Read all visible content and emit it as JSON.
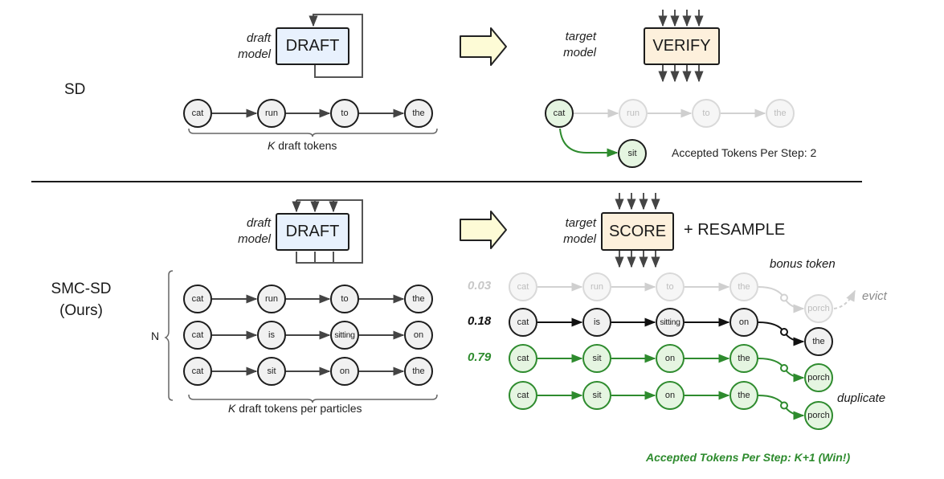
{
  "colors": {
    "accent_green": "#2e8b2e",
    "faded_gray": "#c8c8c8",
    "draft_box_fill": "#e8f1fd",
    "target_box_fill": "#fdf0dc",
    "arrow_fill": "#fdfbd6"
  },
  "sd": {
    "section_label": "SD",
    "draft_model_label_line1": "draft",
    "draft_model_label_line2": "model",
    "draft_box_label": "DRAFT",
    "target_model_label_line1": "target",
    "target_model_label_line2": "model",
    "verify_box_label": "VERIFY",
    "draft_tokens": [
      "cat",
      "run",
      "to",
      "the"
    ],
    "draft_brace_caption_k": "K",
    "draft_brace_caption_rest": " draft tokens",
    "verified_tokens": [
      {
        "text": "cat",
        "state": "accepted"
      },
      {
        "text": "run",
        "state": "rejected"
      },
      {
        "text": "to",
        "state": "rejected"
      },
      {
        "text": "the",
        "state": "rejected"
      }
    ],
    "correction_token": "sit",
    "result_text": "Accepted Tokens Per Step: 2"
  },
  "smc": {
    "section_label_line1": "SMC-SD",
    "section_label_line2": "(Ours)",
    "draft_model_label_line1": "draft",
    "draft_model_label_line2": "model",
    "draft_box_label": "DRAFT",
    "target_model_label_line1": "target",
    "target_model_label_line2": "model",
    "score_box_label": "SCORE",
    "resample_label": "+ RESAMPLE",
    "particle_count_label": "N",
    "particles": [
      [
        "cat",
        "run",
        "to",
        "the"
      ],
      [
        "cat",
        "is",
        "sitting",
        "on"
      ],
      [
        "cat",
        "sit",
        "on",
        "the"
      ]
    ],
    "draft_brace_caption_k": "K",
    "draft_brace_caption_rest": " draft tokens per particles",
    "scored_particles": [
      {
        "weight": "0.03",
        "style": "faded",
        "tokens": [
          "cat",
          "run",
          "to",
          "the"
        ],
        "bonus": "porch"
      },
      {
        "weight": "0.18",
        "style": "dark",
        "tokens": [
          "cat",
          "is",
          "sitting",
          "on"
        ],
        "bonus": "the"
      },
      {
        "weight": "0.79",
        "style": "green",
        "tokens": [
          "cat",
          "sit",
          "on",
          "the"
        ],
        "bonus": "porch"
      },
      {
        "weight": "",
        "style": "green",
        "tokens": [
          "cat",
          "sit",
          "on",
          "the"
        ],
        "bonus": "porch"
      }
    ],
    "bonus_token_label": "bonus token",
    "evict_label": "evict",
    "duplicate_label": "duplicate",
    "result_text": "Accepted Tokens Per Step: K+1 (Win!)"
  }
}
